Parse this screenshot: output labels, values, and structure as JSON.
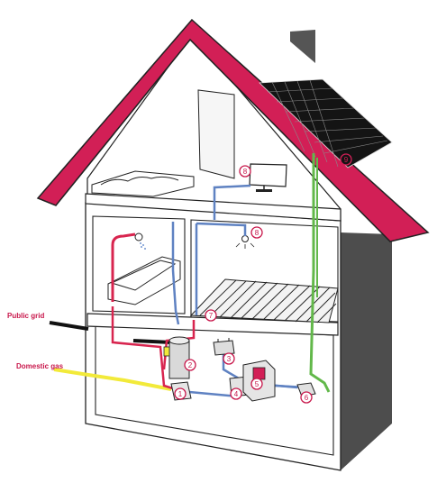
{
  "labels": {
    "public_grid": "Public grid",
    "domestic_gas": "Domestic gas"
  },
  "markers": {
    "boiler": "1",
    "storage_tank": "2",
    "control_unit": "3",
    "pump": "4",
    "inverter_unit": "5",
    "meter": "6",
    "underfloor_heating": "7",
    "television": "8",
    "ceiling_light": "8",
    "solar_panel": "9"
  },
  "colors": {
    "roof": "#d21f56",
    "hot_water_pipe": "#d8254f",
    "cold_water_pipe": "#5f82c2",
    "solar_cable": "#62b84a",
    "gas_line": "#f2ea3a",
    "grid_line": "#111111",
    "wall_dark": "#4f4f4f",
    "panel": "#1a1a1a"
  }
}
